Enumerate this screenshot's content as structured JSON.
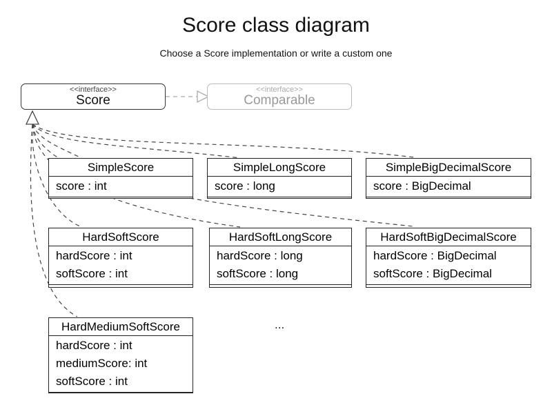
{
  "title": "Score class diagram",
  "subtitle": "Choose a Score implementation or write a custom one",
  "score_interface": {
    "stereotype": "<<interface>>",
    "name": "Score"
  },
  "comparable_interface": {
    "stereotype": "<<interface>>",
    "name": "Comparable"
  },
  "classes": [
    {
      "name": "SimpleScore",
      "attrs": [
        "score : int"
      ]
    },
    {
      "name": "SimpleLongScore",
      "attrs": [
        "score : long"
      ]
    },
    {
      "name": "SimpleBigDecimalScore",
      "attrs": [
        "score : BigDecimal"
      ]
    },
    {
      "name": "HardSoftScore",
      "attrs": [
        "hardScore : int",
        "softScore : int"
      ]
    },
    {
      "name": "HardSoftLongScore",
      "attrs": [
        "hardScore : long",
        "softScore : long"
      ]
    },
    {
      "name": "HardSoftBigDecimalScore",
      "attrs": [
        "hardScore : BigDecimal",
        "softScore : BigDecimal"
      ]
    },
    {
      "name": "HardMediumSoftScore",
      "attrs": [
        "hardScore : int",
        "mediumScore: int",
        "softScore : int"
      ]
    }
  ],
  "ellipsis": "...",
  "colors": {
    "line": "#444444",
    "muted": "#aaaaaa"
  }
}
